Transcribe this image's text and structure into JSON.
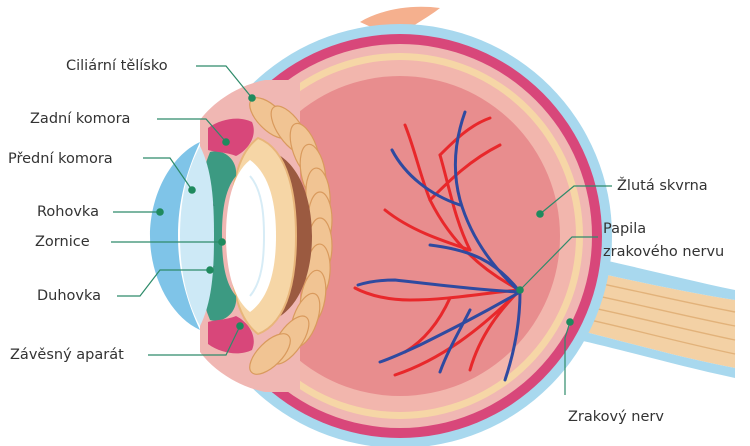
{
  "diagram": {
    "labels": {
      "ciliary_body": "Ciliární tělísko",
      "posterior_chamber": "Zadní komora",
      "anterior_chamber": "Přední komora",
      "cornea": "Rohovka",
      "pupil": "Zornice",
      "iris": "Duhovka",
      "zonular_apparatus": "Závěsný aparát",
      "macula": "Žlutá skvrna",
      "optic_disc_line1": "Papila",
      "optic_disc_line2": "zrakového nervu",
      "optic_nerve": "Zrakový nerv"
    },
    "colors": {
      "leader_line": "#2e8b6a",
      "marker": "#1f8a5e",
      "label_text": "#333333",
      "sclera": "#a8d8ee",
      "choroid": "#d8477a",
      "retina": "#f0b7b3",
      "vitreous": "#e88d8e",
      "lens": "#ffffff",
      "cornea": "#bfe2f3",
      "iris": "#3c9a82",
      "ciliary": "#f1c493",
      "artery": "#e8282b",
      "vein": "#2f4aa0",
      "optic_nerve": "#f3d1a5"
    }
  }
}
